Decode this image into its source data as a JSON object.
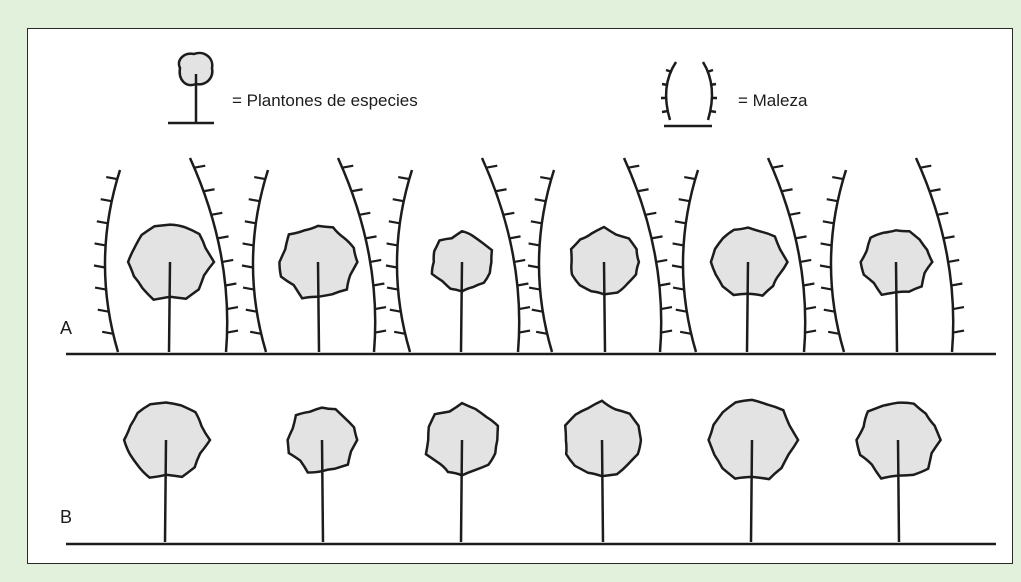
{
  "legend": {
    "seedling_label": "= Plantones de especies",
    "weed_label": "= Maleza",
    "seedling_icon": "seedling-icon",
    "weed_icon": "weed-icon"
  },
  "rows": [
    {
      "label": "A",
      "has_weeds": true,
      "seedling_count": 6
    },
    {
      "label": "B",
      "has_weeds": false,
      "seedling_count": 6
    }
  ],
  "colors": {
    "background": "#e2f1dc",
    "panel": "#ffffff",
    "ink": "#1c1c1c",
    "crown_fill": "#e3e3e3"
  }
}
